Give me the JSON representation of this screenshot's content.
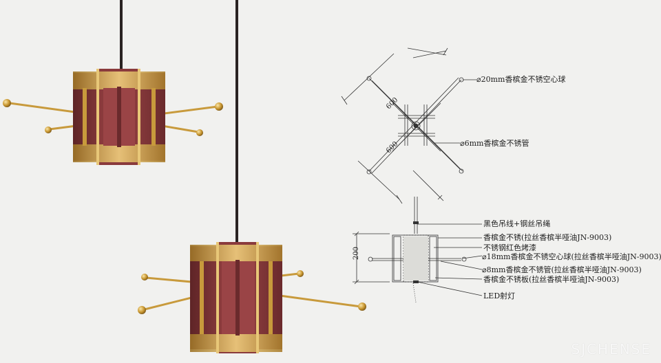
{
  "colors": {
    "background": "#f1f1ef",
    "burgundy": "#8a3a3c",
    "burgundy_dark": "#6a2a2c",
    "gold": "#c89a3c",
    "gold_light": "#e8c778",
    "cord": "#2a2322",
    "line": "#333333"
  },
  "plan_view": {
    "label_sphere": "20mm香槟金不锈空心球",
    "label_tube": "6mm香槟金不锈管",
    "dim_upper": "600",
    "dim_lower": "600"
  },
  "elevation_view": {
    "dim_height": "200",
    "labels": [
      "黑色吊线+钢丝吊绳",
      "香槟金不锈(拉丝香槟半哑油JN-9003)",
      "不锈钢红色烤漆",
      "18mm香槟金不锈空心球(拉丝香槟半哑油JN-9003)",
      "8mm香槟金不锈管(拉丝香槟半哑油JN-9003)",
      "香槟金不锈板(拉丝香槟半哑油JN-9003)",
      "LED射灯"
    ]
  },
  "watermark": "SJCHENSE"
}
